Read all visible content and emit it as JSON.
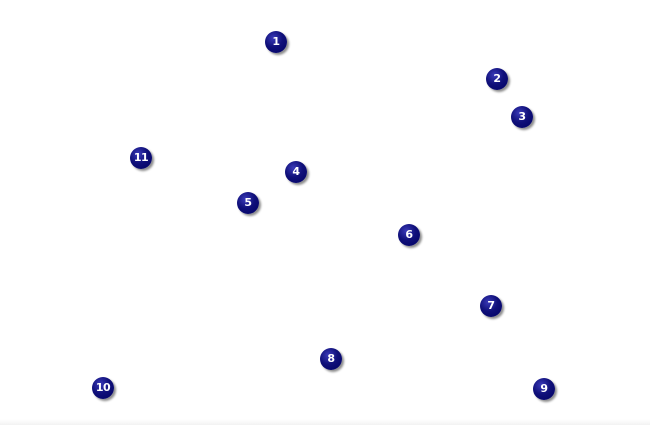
{
  "markers": {
    "colors": {
      "fill": "#0d0d7a",
      "text": "#ffffff"
    },
    "items": [
      {
        "label": "1"
      },
      {
        "label": "2"
      },
      {
        "label": "3"
      },
      {
        "label": "4"
      },
      {
        "label": "5"
      },
      {
        "label": "6"
      },
      {
        "label": "7"
      },
      {
        "label": "8"
      },
      {
        "label": "9"
      },
      {
        "label": "10"
      },
      {
        "label": "11"
      }
    ]
  }
}
